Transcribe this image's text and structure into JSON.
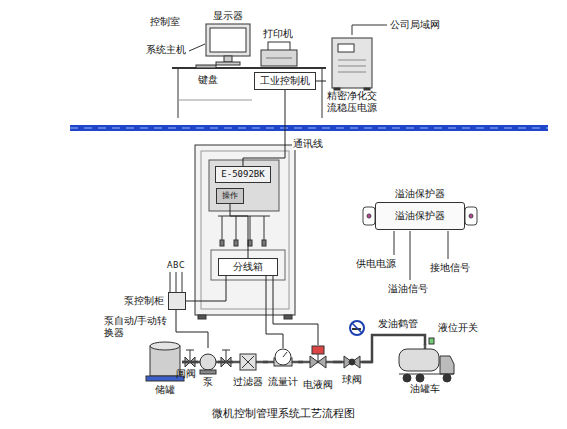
{
  "diagram": {
    "caption": "微机控制管理系统工艺流程图",
    "nodes": [
      {
        "text": [
          "显示器"
        ]
      },
      {
        "text": [
          "打印机"
        ]
      },
      {
        "text": [
          "工业控制机"
        ]
      },
      {
        "text": [
          "精密净化交流稳压电源"
        ]
      },
      {
        "text": [
          "E-5092BK"
        ]
      },
      {
        "text": [
          "操作"
        ]
      },
      {
        "text": [
          "分线箱"
        ]
      },
      {
        "text": [
          "溢油保护器",
          "溢油保护器"
        ]
      },
      {
        "text": [
          "泵控制柜"
        ]
      },
      {
        "text": [
          "储罐"
        ]
      },
      {
        "text": [
          "泵"
        ]
      },
      {
        "text": [
          "过滤器"
        ]
      },
      {
        "text": [
          "流量计"
        ]
      },
      {
        "text": [
          "电液阀"
        ]
      },
      {
        "text": [
          "球阀"
        ]
      },
      {
        "text": [
          "油罐车"
        ]
      }
    ],
    "edges": [
      {
        "from": 3,
        "to": 2,
        "arrow": "none"
      },
      {
        "from": 2,
        "to": 4,
        "arrow": "none",
        "label": "通讯线"
      },
      {
        "from": 5,
        "to": 6,
        "arrow": "none"
      },
      {
        "from": 6,
        "to": 8,
        "arrow": "none"
      },
      {
        "from": 8,
        "to": 10,
        "arrow": "none"
      },
      {
        "from": 6,
        "to": 12,
        "arrow": "none"
      },
      {
        "from": 6,
        "to": 13,
        "arrow": "none"
      },
      {
        "from": 9,
        "to": 10,
        "arrow": "none"
      },
      {
        "from": 10,
        "to": 11,
        "arrow": "none"
      },
      {
        "from": 11,
        "to": 12,
        "arrow": "none"
      },
      {
        "from": 12,
        "to": 13,
        "arrow": "none"
      },
      {
        "from": 13,
        "to": 14,
        "arrow": "none"
      },
      {
        "from": 14,
        "to": 15,
        "arrow": "none"
      }
    ],
    "labels": [
      "控制室",
      "系统主机",
      "键盘",
      "公司局域网",
      "供电电源",
      "溢油信号",
      "接地信号",
      "A",
      "B",
      "C",
      "泵自动/手动转换器",
      "闸阀",
      "发油鹤管",
      "液位开关"
    ]
  }
}
